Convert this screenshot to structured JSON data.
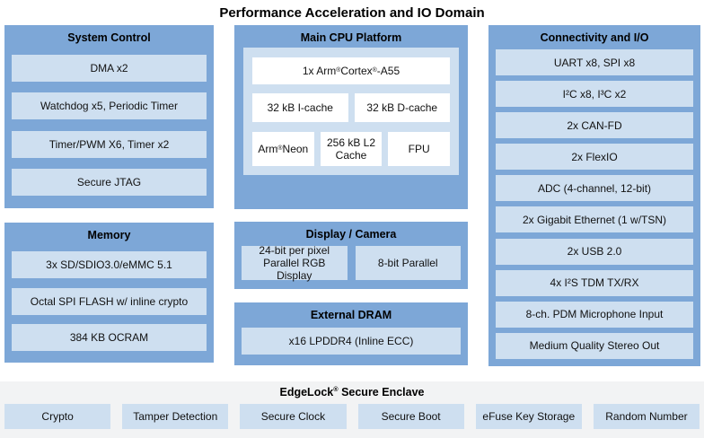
{
  "title": "Performance Acceleration and IO Domain",
  "colors": {
    "panel_blue": "#7DA7D7",
    "item_light_blue": "#CEDFF0",
    "white_box": "#FFFFFF",
    "enclave_strip_gray": "#F2F3F4",
    "text": "#000000"
  },
  "panels": {
    "system_control": {
      "title": "System Control",
      "items": [
        "DMA x2",
        "Watchdog x5, Periodic Timer",
        "Timer/PWM X6, Timer x2",
        "Secure JTAG"
      ]
    },
    "memory": {
      "title": "Memory",
      "items": [
        "3x SD/SDIO3.0/eMMC 5.1",
        "Octal SPI FLASH w/ inline crypto",
        "384 KB OCRAM"
      ]
    },
    "main_cpu": {
      "title": "Main CPU Platform",
      "rows": [
        [
          "1x Arm® Cortex®-A55"
        ],
        [
          "32 kB I-cache",
          "32 kB D-cache"
        ],
        [
          "Arm® Neon",
          "256 kB L2 Cache",
          "FPU"
        ]
      ]
    },
    "display_camera": {
      "title": "Display / Camera",
      "items": [
        "24-bit per pixel Parallel RGB Display",
        "8-bit Parallel"
      ]
    },
    "external_dram": {
      "title": "External DRAM",
      "items": [
        "x16 LPDDR4 (Inline ECC)"
      ]
    },
    "connectivity": {
      "title": "Connectivity and I/O",
      "items": [
        "UART x8, SPI x8",
        "I²C x8, I³C x2",
        "2x CAN-FD",
        "2x FlexIO",
        "ADC (4-channel, 12-bit)",
        "2x Gigabit Ethernet (1 w/TSN)",
        "2x USB 2.0",
        "4x I²S TDM TX/RX",
        "8-ch. PDM Microphone Input",
        "Medium Quality Stereo Out"
      ]
    },
    "secure_enclave": {
      "title": "EdgeLock® Secure Enclave",
      "items": [
        "Crypto",
        "Tamper Detection",
        "Secure Clock",
        "Secure Boot",
        "eFuse Key Storage",
        "Random Number"
      ]
    }
  }
}
